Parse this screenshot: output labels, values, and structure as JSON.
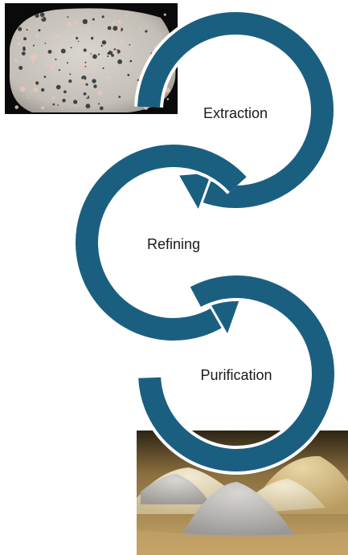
{
  "colors": {
    "arrow": "#1b5f80",
    "arrow_outline": "#ffffff",
    "background": "#ffffff"
  },
  "diagram": {
    "steps": [
      {
        "label": "Extraction"
      },
      {
        "label": "Refining"
      },
      {
        "label": "Purification"
      }
    ]
  },
  "images": {
    "ore": {
      "icon": "granite-rock-photo"
    },
    "product": {
      "icon": "powder-piles-photo"
    }
  }
}
